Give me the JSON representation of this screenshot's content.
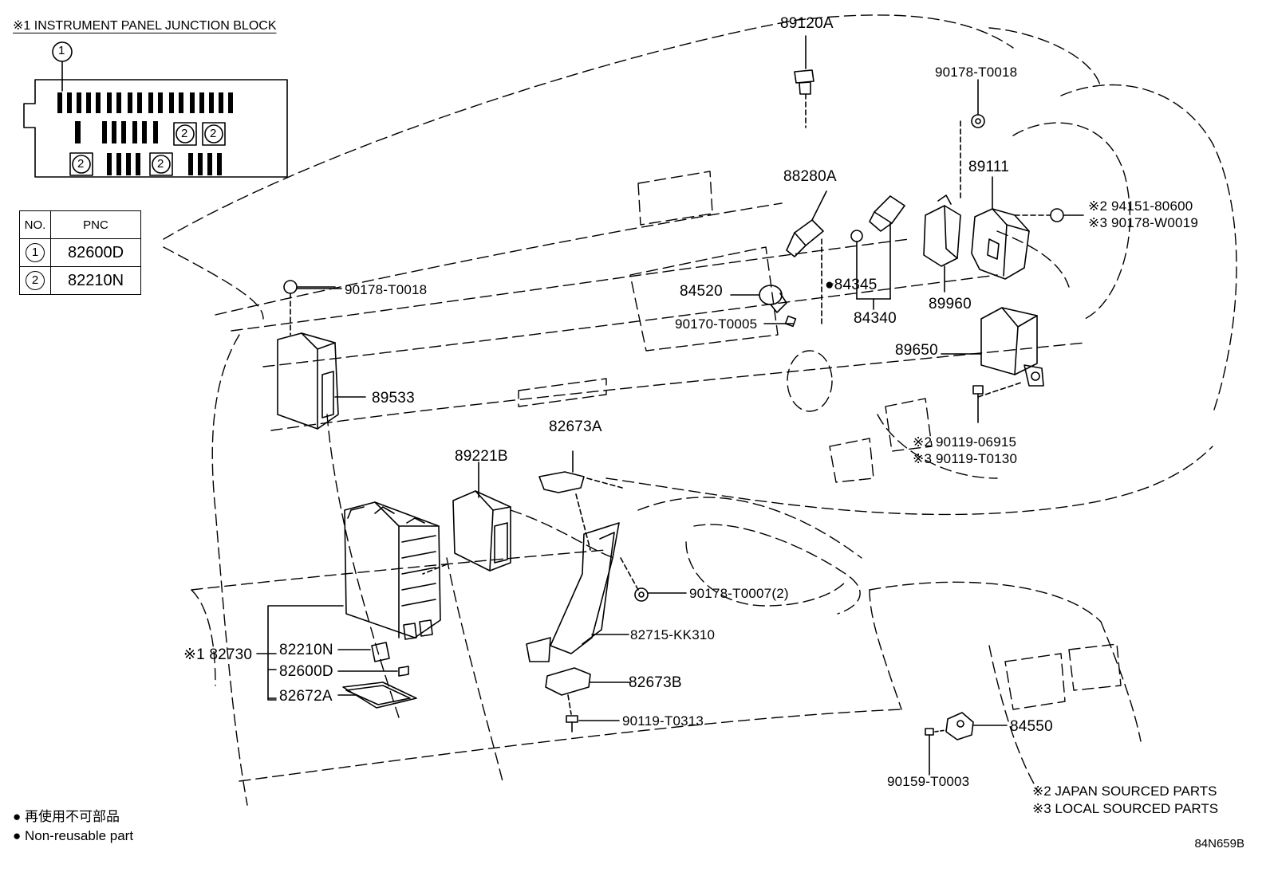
{
  "header": {
    "title": "※1 INSTRUMENT PANEL JUNCTION BLOCK"
  },
  "table": {
    "col_no": "NO.",
    "col_pnc": "PNC",
    "rows": [
      {
        "no": "1",
        "pnc": "82600D"
      },
      {
        "no": "2",
        "pnc": "82210N"
      }
    ]
  },
  "inset": {
    "callout": "1",
    "cell_2": "2"
  },
  "parts": {
    "p89120A": "89120A",
    "p90178T0018_top": "90178-T0018",
    "p89111": "89111",
    "p88280A": "88280A",
    "p94151": "※2 94151-80600",
    "p90178W0019": "※3 90178-W0019",
    "p90178T0018_left": "90178-T0018",
    "p84520": "84520",
    "p84345": "●84345",
    "p89960": "89960",
    "p90170T0005": "90170-T0005",
    "p84340": "84340",
    "p89650": "89650",
    "p89533": "89533",
    "p82673A": "82673A",
    "p90119_06915": "※2 90119-06915",
    "p90119T0130": "※3 90119-T0130",
    "p89221B": "89221B",
    "p90178T0007": "90178-T0007(2)",
    "p82715": "82715-KK310",
    "p82730": "※1 82730",
    "p82210N": "82210N",
    "p82600D": "82600D",
    "p82672A": "82672A",
    "p82673B": "82673B",
    "p90119T0313": "90119-T0313",
    "p84550": "84550",
    "p90159T0003": "90159-T0003"
  },
  "notes": {
    "japan": "※2 JAPAN SOURCED PARTS",
    "local": "※3 LOCAL SOURCED PARTS",
    "nonreuse_jp": "● 再使用不可部品",
    "nonreuse_en": "● Non-reusable part",
    "code": "84N659B"
  }
}
